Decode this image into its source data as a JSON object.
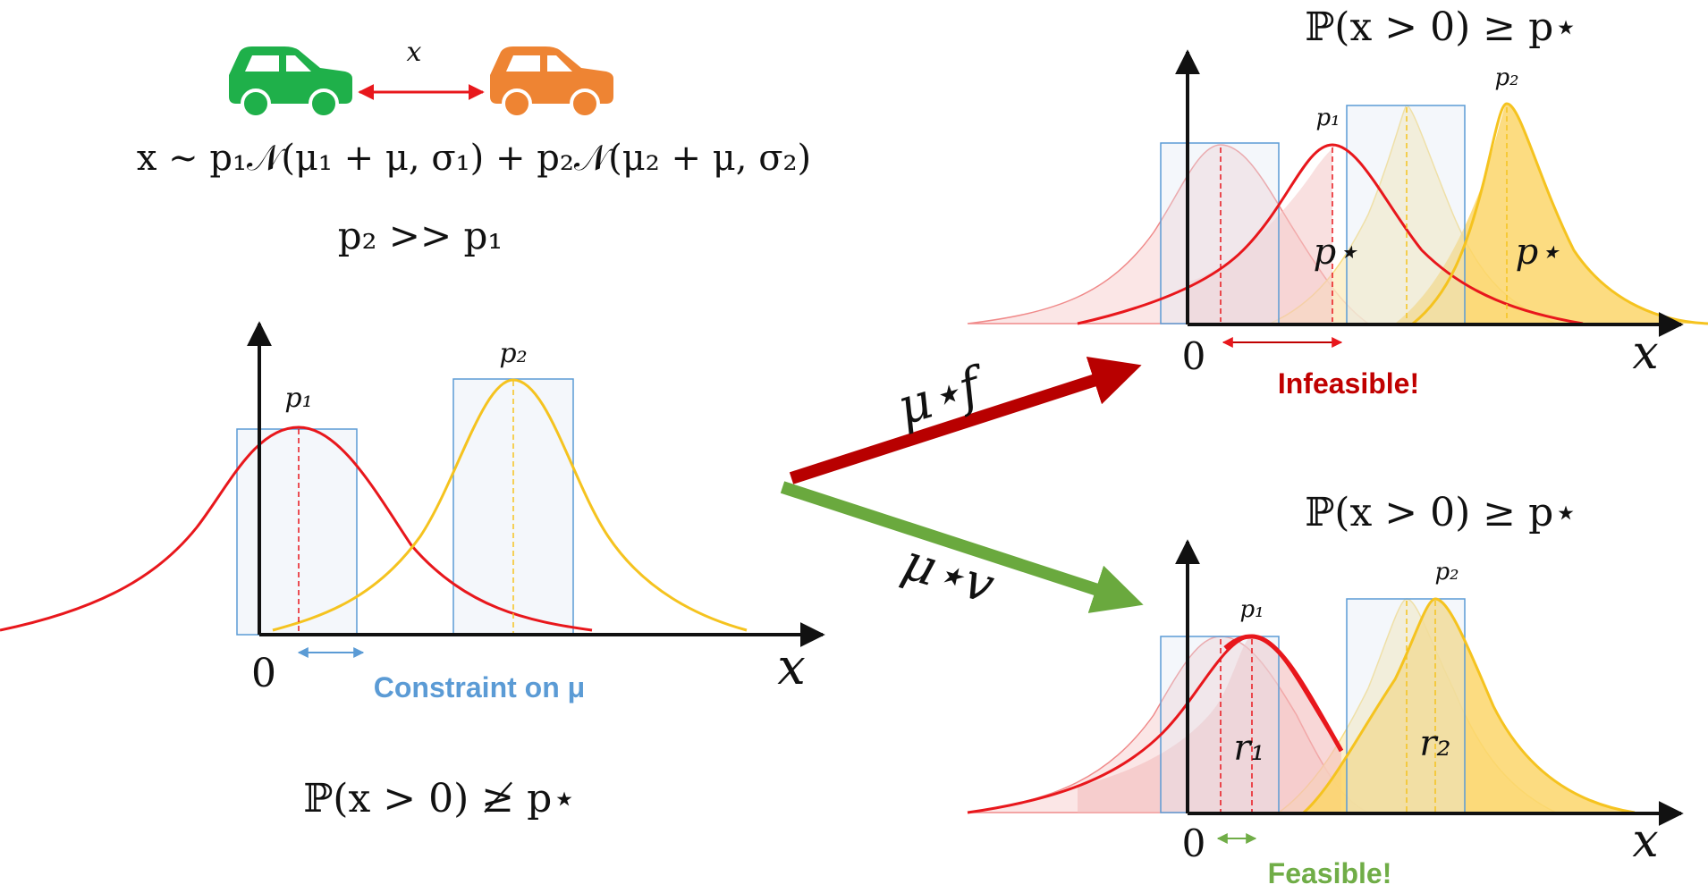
{
  "header": {
    "distance_label": "x",
    "mixture_formula": "x ∼ p₁𝒩(μ₁ + μ, σ₁) + p₂𝒩(μ₂ + μ, σ₂)",
    "weight_relation": "p₂ >> p₁",
    "ego_car_color": "#1fb04a",
    "lead_car_color": "#ee8433"
  },
  "left_panel": {
    "zero_label": "0",
    "x_axis_label": "x",
    "peak1_label": "p₁",
    "peak2_label": "p₂",
    "constraint_label": "Constraint on μ",
    "probability_statement": "ℙ(x > 0) ≱ p⋆"
  },
  "arrows": {
    "upper_label": "μ⋆f",
    "lower_label": "μ⋆v",
    "upper_color": "#b80000",
    "lower_color": "#6aa93e"
  },
  "top_right_panel": {
    "probability_statement": "ℙ(x > 0) ≥ p⋆",
    "zero_label": "0",
    "x_axis_label": "x",
    "peak1_label": "p₁",
    "peak2_label": "p₂",
    "region1_label": "p⋆",
    "region2_label": "p⋆",
    "status_label": "Infeasible!",
    "status_color": "#c00000"
  },
  "bottom_right_panel": {
    "probability_statement": "ℙ(x > 0) ≥ p⋆",
    "zero_label": "0",
    "x_axis_label": "x",
    "peak1_label": "p₁",
    "peak2_label": "p₂",
    "region1_label": "r₁",
    "region2_label": "r₂",
    "status_label": "Feasible!",
    "status_color": "#70ad47"
  },
  "colors": {
    "red_curve": "#e8171c",
    "yellow_curve": "#f5c31f",
    "box_stroke": "#5b9bd5",
    "constraint_text": "#5b9bd5"
  }
}
